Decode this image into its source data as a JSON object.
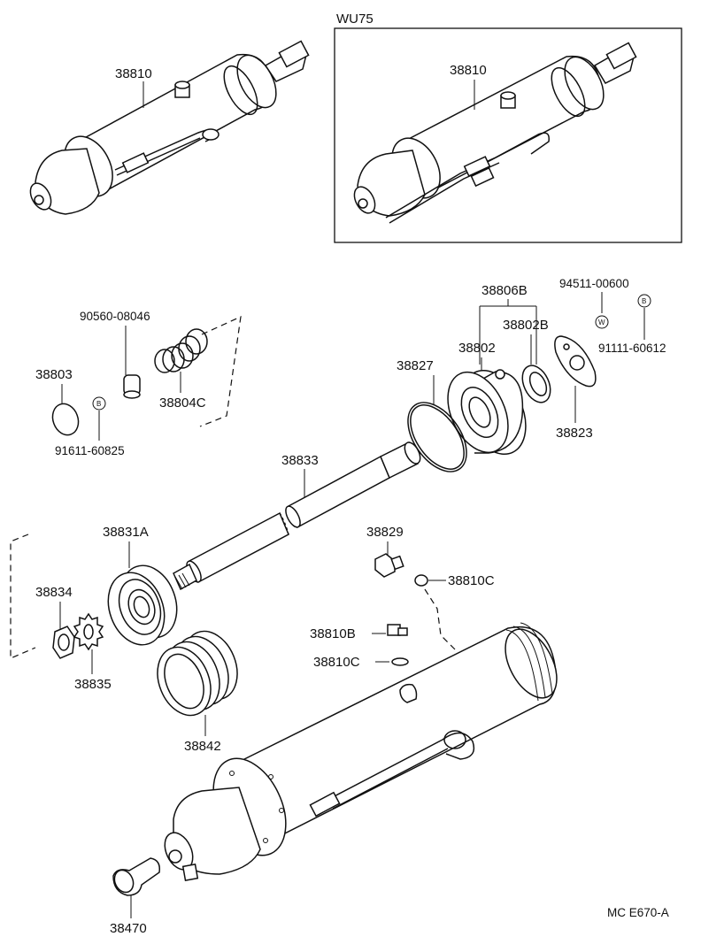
{
  "variant_box": {
    "title": "WU75"
  },
  "labels": {
    "p38810_main": "38810",
    "p38810_wu75": "38810",
    "p38806B": "38806B",
    "p94511": "94511-00600",
    "p38802B": "38802B",
    "p38802": "38802",
    "p91111": "91111-60612",
    "p90560": "90560-08046",
    "p38827": "38827",
    "p38803": "38803",
    "p38804C": "38804C",
    "p91611": "91611-60825",
    "p38823": "38823",
    "p38833": "38833",
    "p38831A": "38831A",
    "p38829": "38829",
    "p38810C_a": "38810C",
    "p38834": "38834",
    "p38810B": "38810B",
    "p38810C_b": "38810C",
    "p38835": "38835",
    "p38842": "38842",
    "p38470": "38470"
  },
  "markers": {
    "bolt": "B",
    "washer": "W"
  },
  "footer": {
    "code": "MC E670-A"
  }
}
